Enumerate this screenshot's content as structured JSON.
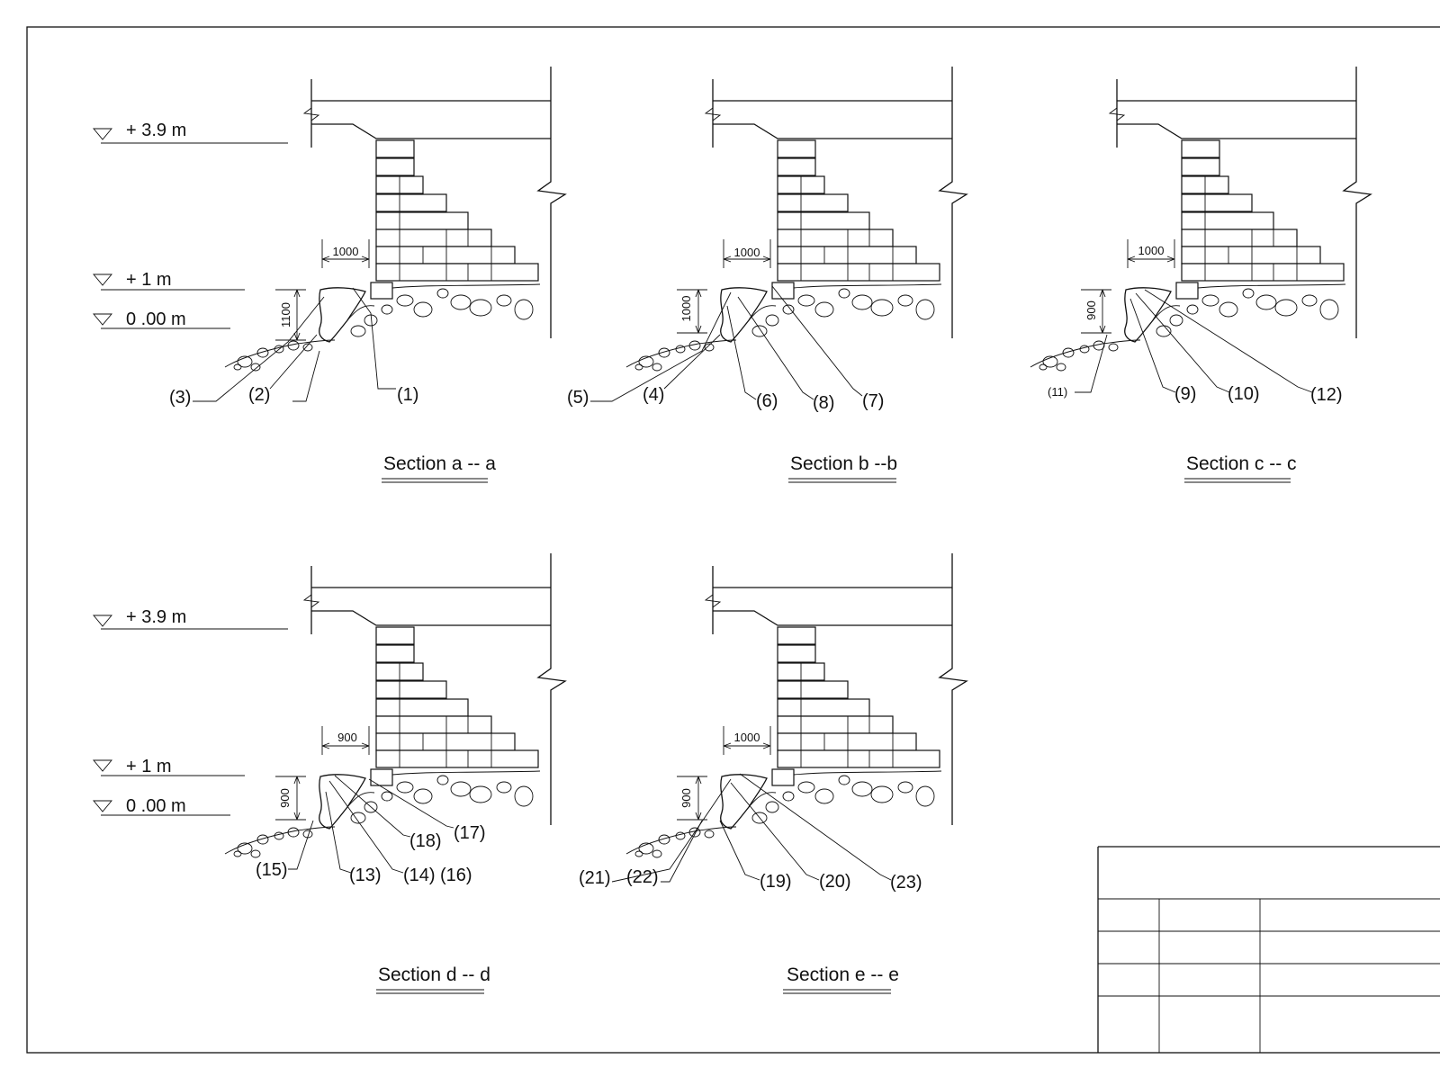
{
  "levels": {
    "top": "+ 3.9 m",
    "mid": "+ 1 m",
    "zero": "0 .00 m"
  },
  "sections": [
    {
      "title": "Section a -- a",
      "dim_h": "1000",
      "dim_v": "1100",
      "callouts": [
        "(1)",
        "(2)",
        "(3)"
      ]
    },
    {
      "title": "Section b --b",
      "dim_h": "1000",
      "dim_v": "1000",
      "callouts": [
        "(4)",
        "(5)",
        "(6)",
        "(7)",
        "(8)"
      ]
    },
    {
      "title": "Section c -- c",
      "dim_h": "1000",
      "dim_v": "900",
      "callouts": [
        "(9)",
        "(10)",
        "(11)",
        "(12)"
      ]
    },
    {
      "title": "Section d -- d",
      "dim_h": "900",
      "dim_v": "900",
      "callouts": [
        "(13)",
        "(14)",
        "(15)",
        "(16)",
        "(17)",
        "(18)"
      ]
    },
    {
      "title": "Section  e -- e",
      "dim_h": "1000",
      "dim_v": "900",
      "callouts": [
        "(19)",
        "(20)",
        "(21)",
        "(22)",
        "(23)"
      ]
    }
  ]
}
